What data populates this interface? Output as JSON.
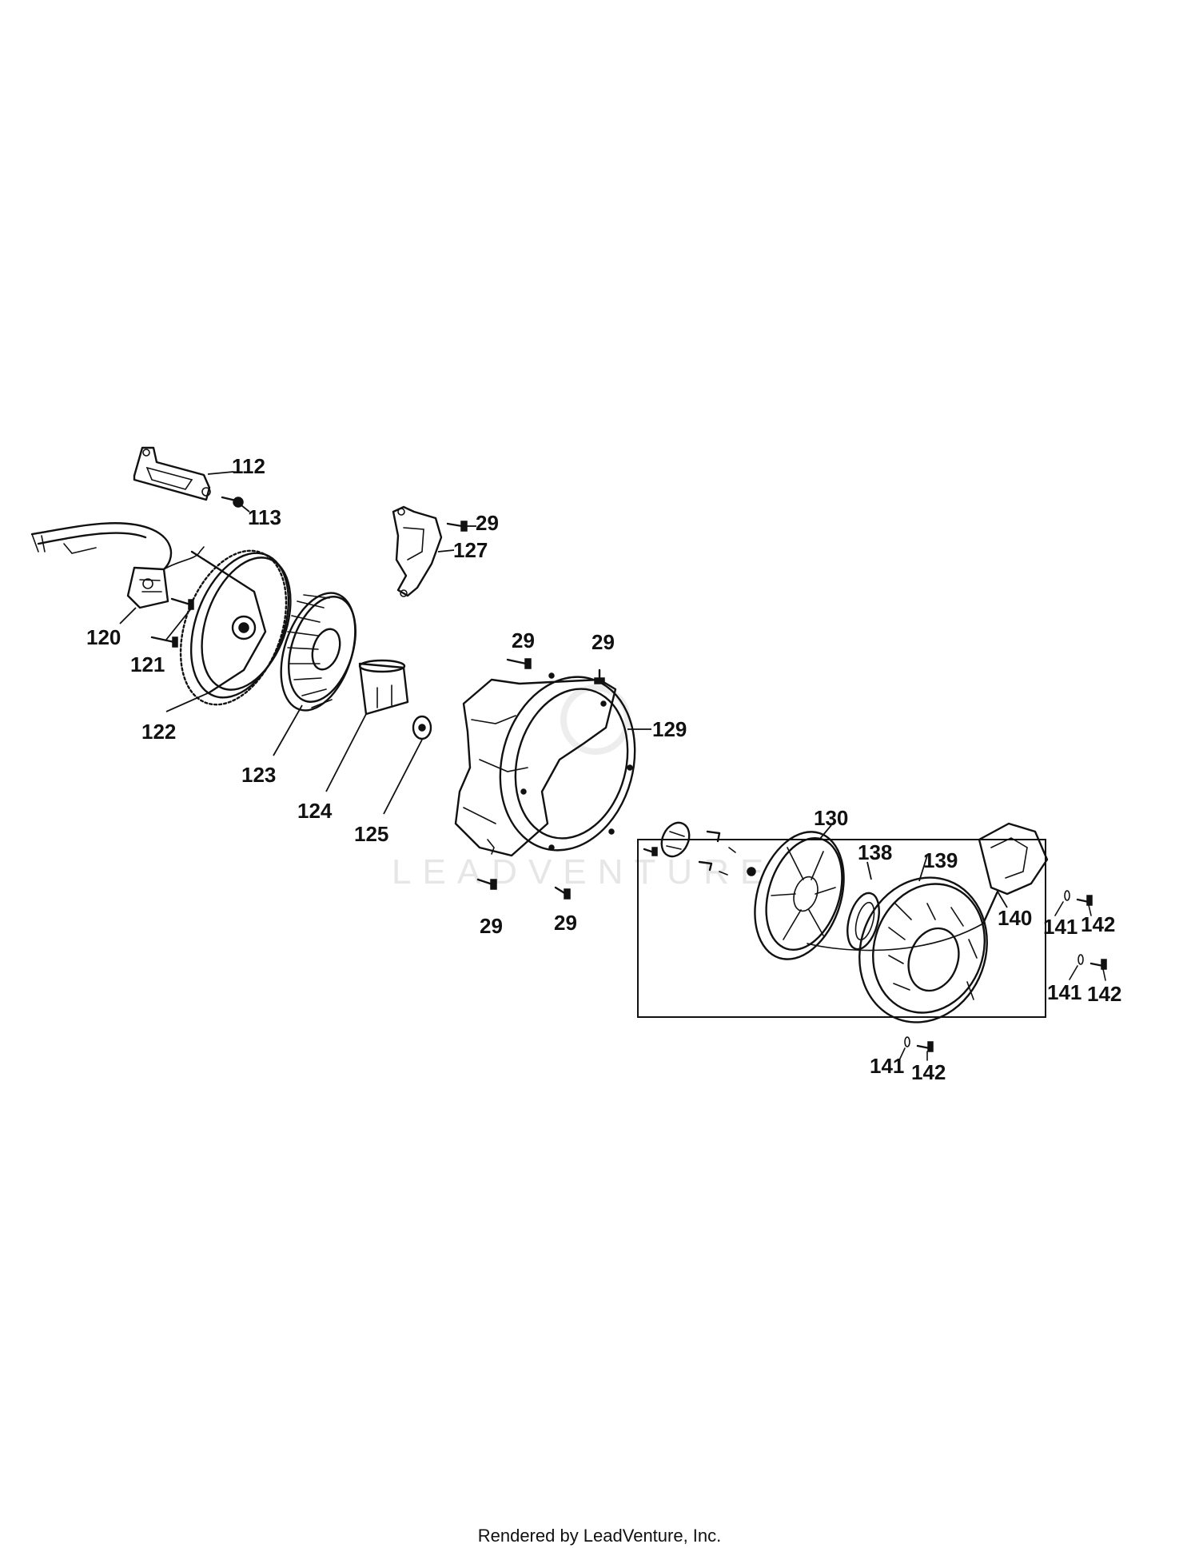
{
  "watermark": "LEADVENTURE",
  "footer": "Rendered by LeadVenture, Inc.",
  "callouts": {
    "c112": "112",
    "c113": "113",
    "c29a": "29",
    "c127": "127",
    "c120": "120",
    "c121": "121",
    "c122": "122",
    "c123": "123",
    "c124": "124",
    "c125": "125",
    "c29b": "29",
    "c29c": "29",
    "c129": "129",
    "c29d": "29",
    "c29e": "29",
    "c130": "130",
    "c138": "138",
    "c139": "139",
    "c140": "140",
    "c141a": "141",
    "c142a": "142",
    "c141b": "141",
    "c142b": "142",
    "c141c": "141",
    "c142c": "142"
  }
}
